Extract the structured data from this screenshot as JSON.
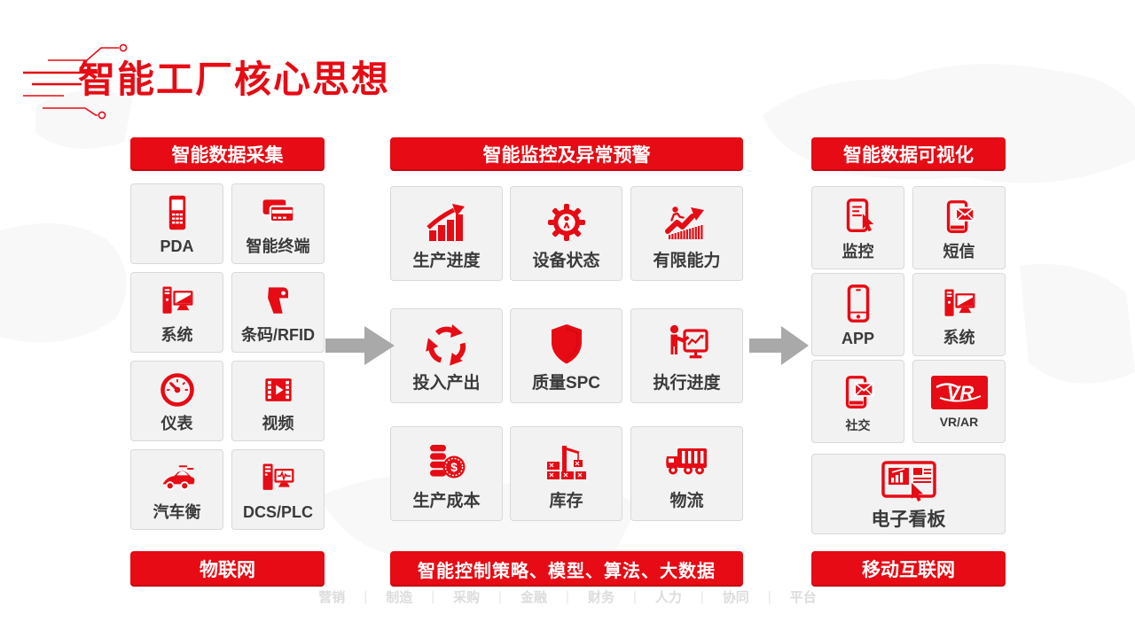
{
  "title": "智能工厂核心思想",
  "columns": {
    "left": {
      "header": "智能数据采集",
      "footer": "物联网",
      "items": [
        {
          "label": "PDA",
          "icon": "pda"
        },
        {
          "label": "智能终端",
          "icon": "smart-terminal"
        },
        {
          "label": "系统",
          "icon": "computer-system"
        },
        {
          "label": "条码/RFID",
          "icon": "barcode-scanner"
        },
        {
          "label": "仪表",
          "icon": "gauge"
        },
        {
          "label": "视频",
          "icon": "video-film"
        },
        {
          "label": "汽车衡",
          "icon": "car-scale"
        },
        {
          "label": "DCS/PLC",
          "icon": "plc-monitor"
        }
      ]
    },
    "middle": {
      "header": "智能监控及异常预警",
      "footer": "智能控制策略、模型、算法、大数据",
      "items": [
        {
          "label": "生产进度",
          "icon": "bar-chart-arrow"
        },
        {
          "label": "设备状态",
          "icon": "gear-person"
        },
        {
          "label": "有限能力",
          "icon": "climbing-chart"
        },
        {
          "label": "投入产出",
          "icon": "recycle"
        },
        {
          "label": "质量SPC",
          "icon": "shield"
        },
        {
          "label": "执行进度",
          "icon": "presentation-board"
        },
        {
          "label": "生产成本",
          "icon": "coins-dollar"
        },
        {
          "label": "库存",
          "icon": "crane-containers"
        },
        {
          "label": "物流",
          "icon": "truck"
        }
      ]
    },
    "right": {
      "header": "智能数据可视化",
      "footer": "移动互联网",
      "items": [
        {
          "label": "监控",
          "icon": "phone-touch"
        },
        {
          "label": "短信",
          "icon": "phone-envelope"
        },
        {
          "label": "APP",
          "icon": "smartphone"
        },
        {
          "label": "系统",
          "icon": "computer-system"
        },
        {
          "label": "社交",
          "icon": "phone-envelope"
        },
        {
          "label": "VR/AR",
          "icon": "vr-logo"
        },
        {
          "label": "电子看板",
          "icon": "dashboard-touch"
        }
      ]
    }
  },
  "arrows": {
    "icon": "block-arrow-right"
  },
  "bottom_menu": {
    "separator": "|",
    "items": [
      "营销",
      "制造",
      "采购",
      "金融",
      "财务",
      "人力",
      "协同",
      "平台"
    ]
  },
  "colors": {
    "accent_red": "#e60b14",
    "arrow_gray": "#a9a9a9",
    "card_bg": "#f2f2f2",
    "card_border": "#d9d9d9",
    "label_dark": "#3a3a3a",
    "menu_gray": "#dcdcdc"
  }
}
